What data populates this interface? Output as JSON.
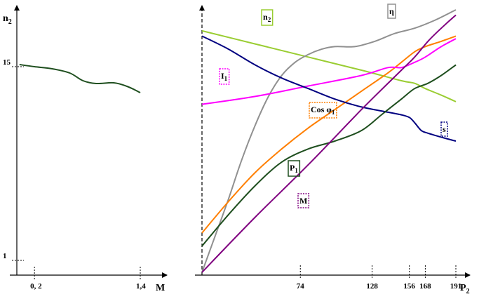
{
  "chart_data": [
    {
      "type": "line",
      "xlabel": "M",
      "ylabel": "n2",
      "x_ticks": [
        "0, 2",
        "1,4"
      ],
      "y_ticks": [
        "15",
        "1"
      ],
      "xlim": [
        0,
        1.6
      ],
      "ylim": [
        0,
        17
      ],
      "series": [
        {
          "color": "#1f4f1f",
          "x": [
            0.03,
            0.2,
            0.4,
            0.6,
            0.75,
            0.9,
            1.1,
            1.25,
            1.4
          ],
          "y": [
            15,
            14.85,
            14.7,
            14.4,
            13.85,
            13.65,
            13.7,
            13.45,
            13.0
          ]
        }
      ]
    },
    {
      "type": "line",
      "xlabel": "P2",
      "x_ticks": [
        74,
        128,
        156,
        168,
        191
      ],
      "xlim": [
        0,
        200
      ],
      "ylim": [
        0,
        100
      ],
      "grid": false,
      "series": [
        {
          "name": "n2",
          "color": "#9acd32",
          "x": [
            0,
            40,
            80,
            120,
            150,
            160,
            168,
            180,
            191
          ],
          "y": [
            92,
            87,
            82,
            77,
            73,
            72,
            70,
            67.5,
            65
          ]
        },
        {
          "name": "η",
          "color": "#909090",
          "x": [
            0,
            10,
            20,
            30,
            40,
            50,
            60,
            70,
            80,
            90,
            100,
            115,
            130,
            145,
            160,
            175,
            191
          ],
          "y": [
            0,
            14,
            28,
            43,
            56,
            67,
            75,
            80,
            83,
            85,
            86,
            86,
            88,
            91,
            93,
            96,
            100
          ]
        },
        {
          "name": "Cos φ1",
          "color": "#ff7f00",
          "x": [
            0,
            20,
            40,
            60,
            80,
            100,
            120,
            140,
            150,
            160,
            168,
            180,
            191
          ],
          "y": [
            15,
            27,
            38,
            47,
            55,
            62,
            69,
            76,
            80,
            84,
            86,
            88,
            90
          ]
        },
        {
          "name": "I1",
          "color": "#ff00ff",
          "x": [
            0,
            40,
            80,
            120,
            140,
            150,
            160,
            168,
            180,
            191
          ],
          "y": [
            64,
            67,
            71,
            75,
            78,
            78,
            80,
            82,
            86,
            89
          ]
        },
        {
          "name": "s",
          "color": "#000080",
          "x": [
            0,
            20,
            40,
            60,
            80,
            100,
            120,
            140,
            150,
            156,
            160,
            165,
            170,
            180,
            191
          ],
          "y": [
            90,
            85,
            79,
            74,
            70,
            66,
            63,
            61,
            60,
            59,
            57,
            54,
            53,
            51.5,
            50
          ]
        },
        {
          "name": "P1",
          "color": "#1f4f1f",
          "x": [
            0,
            20,
            40,
            60,
            80,
            100,
            120,
            135,
            150,
            160,
            170,
            180,
            191
          ],
          "y": [
            10,
            22,
            33,
            42,
            47,
            50,
            54,
            60,
            66,
            70,
            72,
            75,
            79
          ]
        },
        {
          "name": "M",
          "color": "#800080",
          "x": [
            0,
            40,
            80,
            120,
            150,
            160,
            170,
            180,
            191
          ],
          "y": [
            0,
            21,
            41,
            62,
            77,
            82,
            88,
            93,
            98
          ]
        }
      ]
    }
  ]
}
